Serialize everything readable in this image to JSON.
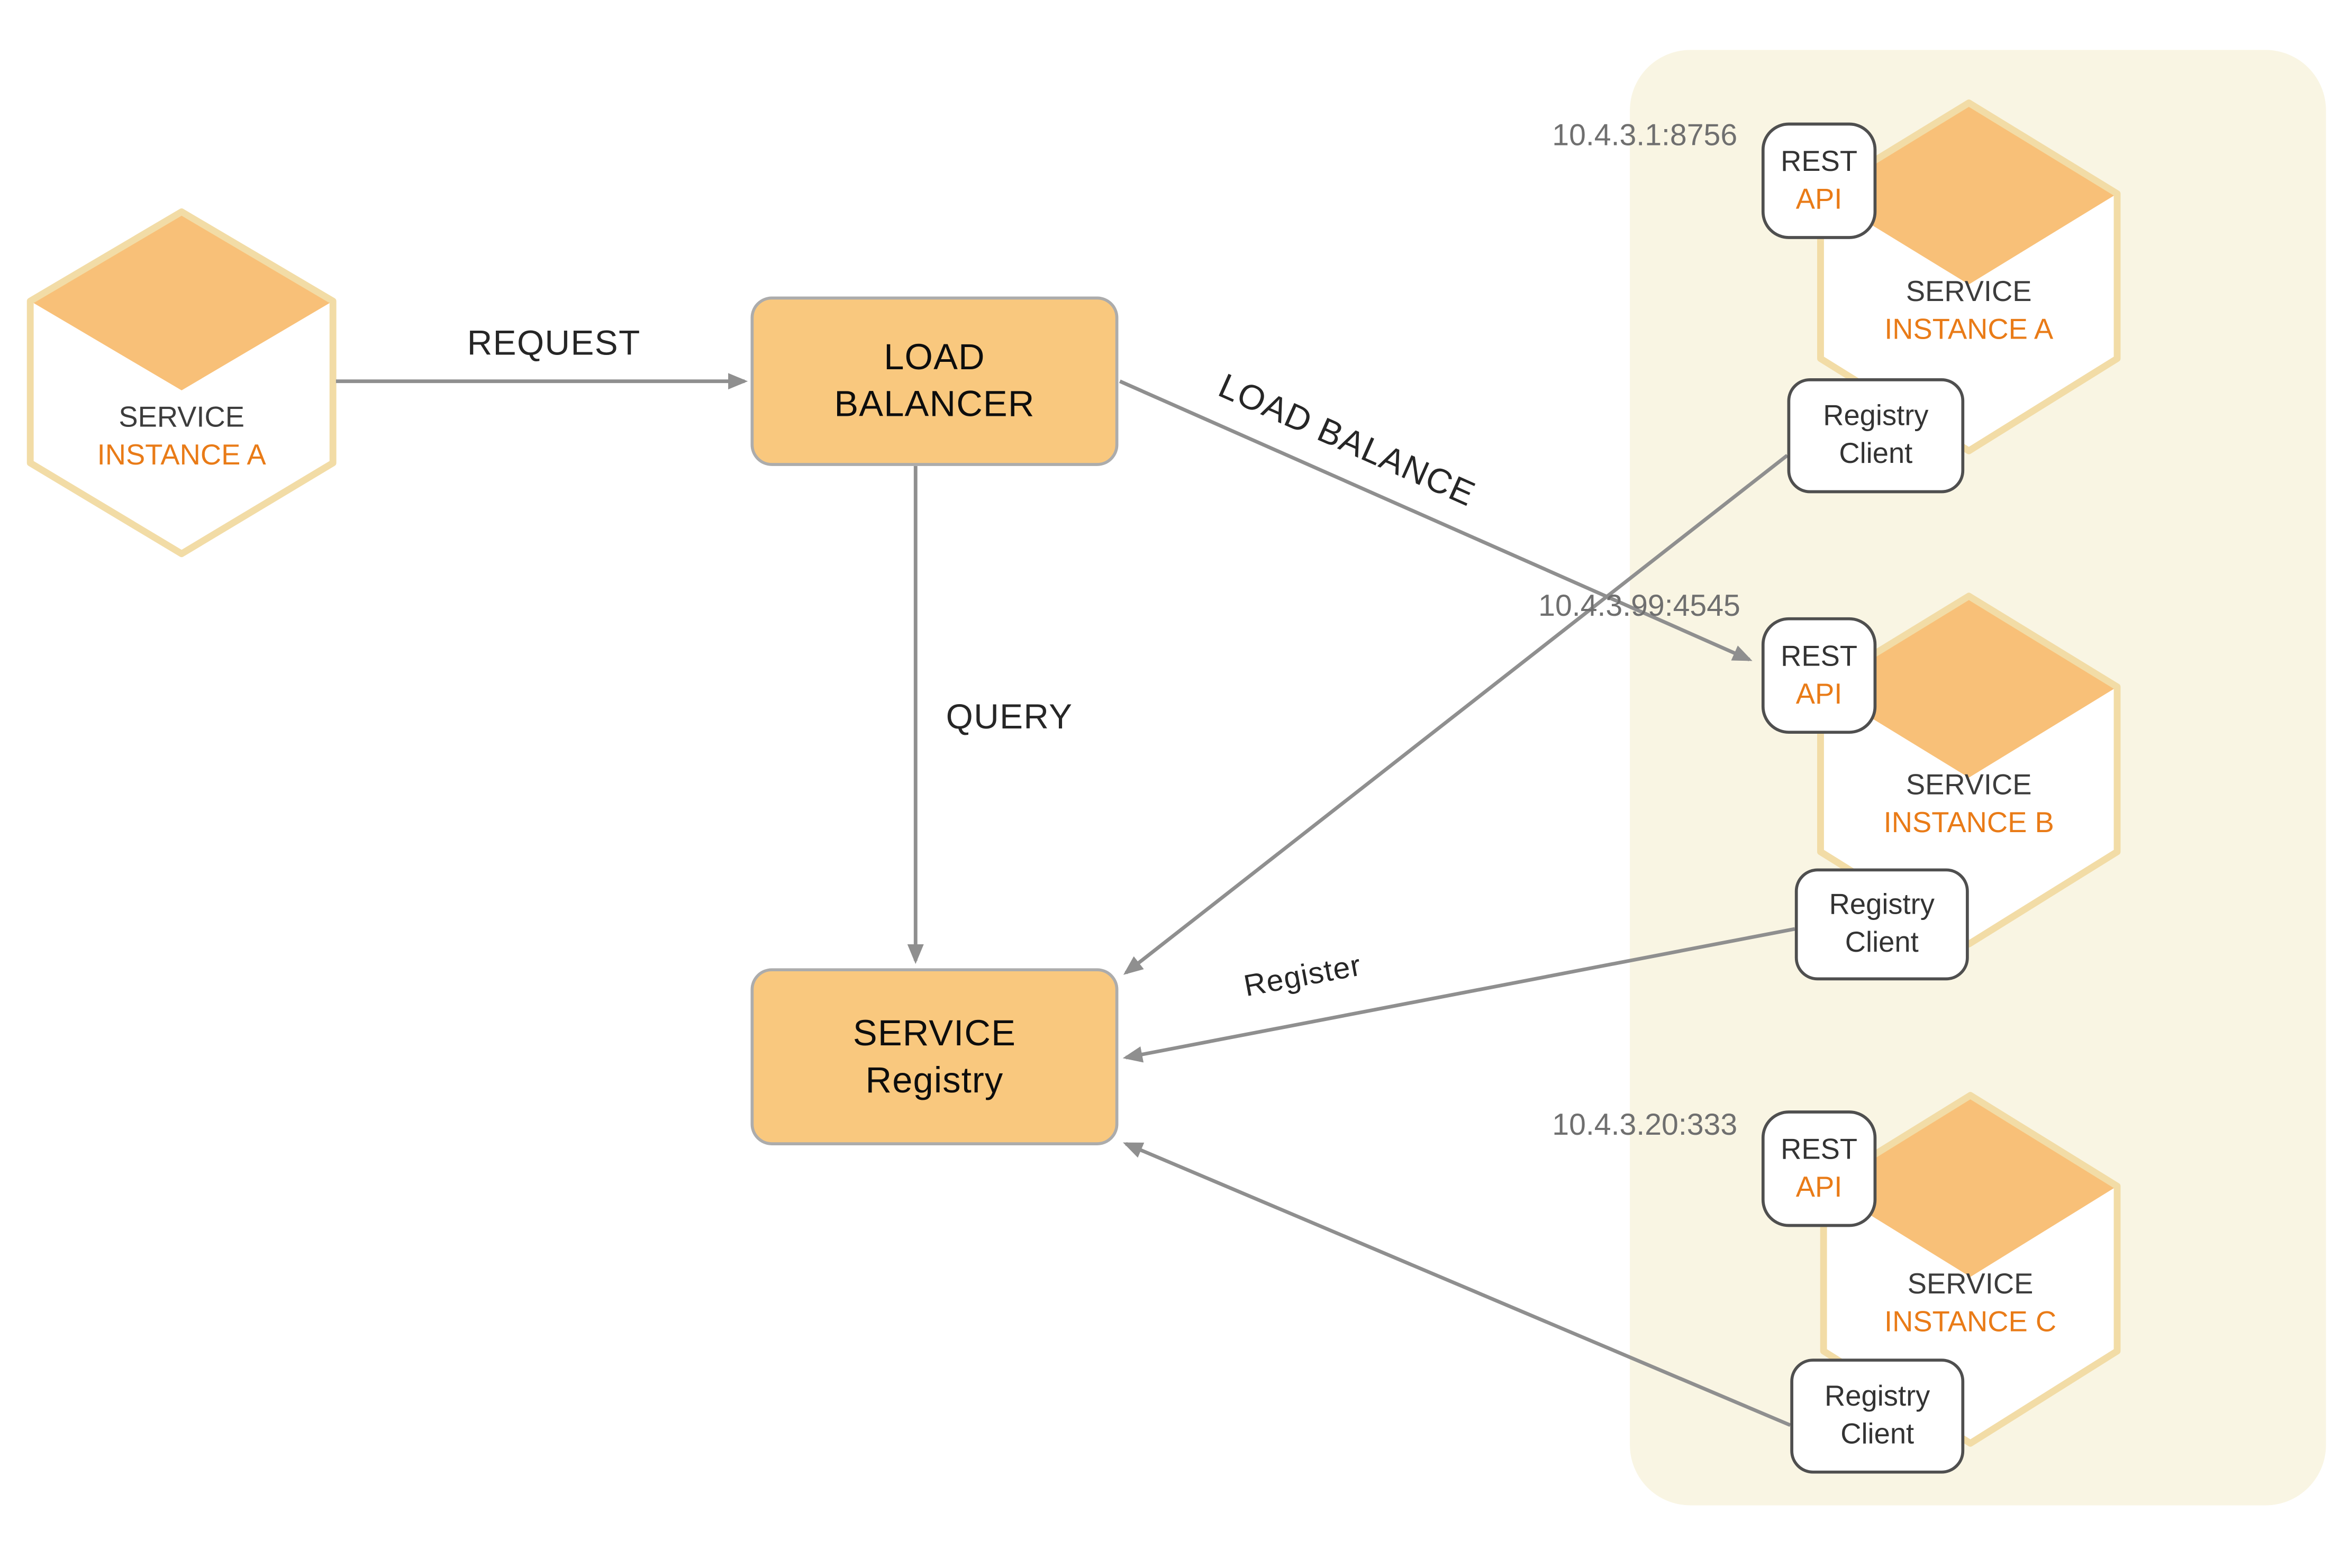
{
  "client_node": {
    "line1": "SERVICE",
    "line2": "INSTANCE A"
  },
  "load_balancer": {
    "line1": "LOAD",
    "line2": "BALANCER"
  },
  "service_registry": {
    "line1": "SERVICE",
    "line2": "Registry"
  },
  "edge_labels": {
    "request": "REQUEST",
    "query": "QUERY",
    "load_balance": "LOAD BALANCE",
    "register": "Register"
  },
  "instances": [
    {
      "ip": "10.4.3.1:8756",
      "rest": {
        "line1": "REST",
        "line2": "API"
      },
      "service": {
        "line1": "SERVICE",
        "line2": "INSTANCE A"
      },
      "registry_client": {
        "line1": "Registry",
        "line2": "Client"
      }
    },
    {
      "ip": "10.4.3.99:4545",
      "rest": {
        "line1": "REST",
        "line2": "API"
      },
      "service": {
        "line1": "SERVICE",
        "line2": "INSTANCE B"
      },
      "registry_client": {
        "line1": "Registry",
        "line2": "Client"
      }
    },
    {
      "ip": "10.4.3.20:333",
      "rest": {
        "line1": "REST",
        "line2": "API"
      },
      "service": {
        "line1": "SERVICE",
        "line2": "INSTANCE C"
      },
      "registry_client": {
        "line1": "Registry",
        "line2": "Client"
      }
    }
  ],
  "colors": {
    "node_fill": "#F9C87E",
    "node_border": "#ACACAC",
    "hex_lid": "#F8C078",
    "hex_border": "#F2DCA6",
    "panel_bg": "#F9F5E3",
    "accent_text": "#E97B17",
    "dark_text": "#3C3C3C",
    "line": "#8F8F8F",
    "ip_text": "#6F6F6F"
  }
}
